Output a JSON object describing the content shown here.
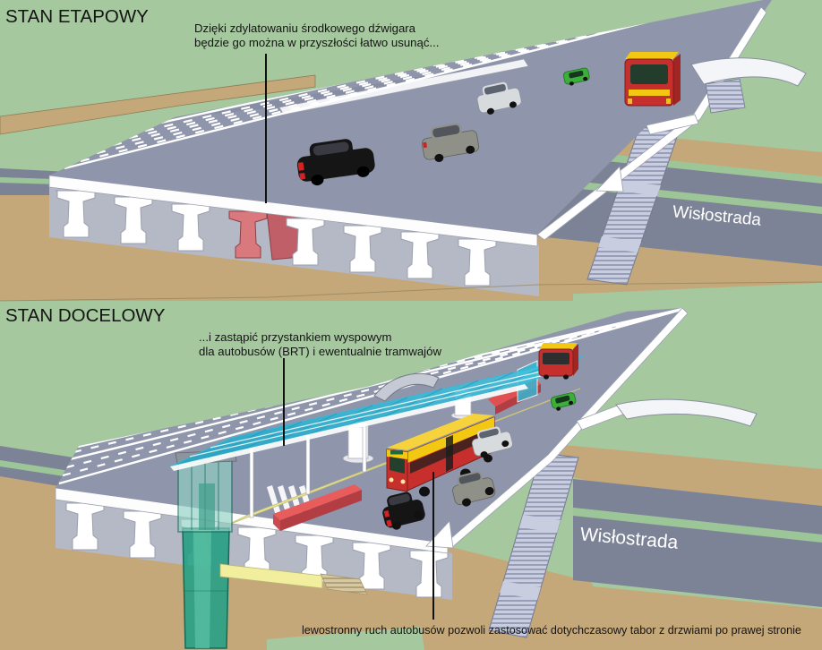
{
  "panels": {
    "etapowy": {
      "title": "STAN ETAPOWY",
      "annotation_line1": "Dzięki zdylatowaniu środkowego dźwigara",
      "annotation_line2": "będzie go można w przyszłości łatwo usunąć...",
      "road_label": "Wisłostrada"
    },
    "docelowy": {
      "title": "STAN DOCELOWY",
      "annotation_line1": "...i zastąpić przystankiem wyspowym",
      "annotation_line2": "dla autobusów (BRT) i ewentualnie tramwajów",
      "road_label": "Wisłostrada",
      "footnote": "lewostronny ruch autobusów pozwoli zastosować dotychczasowy tabor z drzwiami po prawej stronie"
    }
  },
  "colors": {
    "background_green": "#a6c89f",
    "ground_tan": "#c4a87a",
    "deck_gray": "#8f95aa",
    "wislostrada_gray": "#7d8396",
    "median_green": "#9cc598",
    "girder_white": "#ffffff",
    "girder_gap_gray": "#b5b9c5",
    "highlight_red": "#d9797e",
    "highlight_red_side": "#c05f67",
    "stairs_gray": "#c9cde0",
    "canopy_cyan": "#31bcdb",
    "platform_yellow": "#f1ee9e",
    "elevator_teal": "#2aa186",
    "stop_red": "#e85c5c",
    "bus_yellow": "#f3c812",
    "bus_red": "#c62f2c"
  }
}
